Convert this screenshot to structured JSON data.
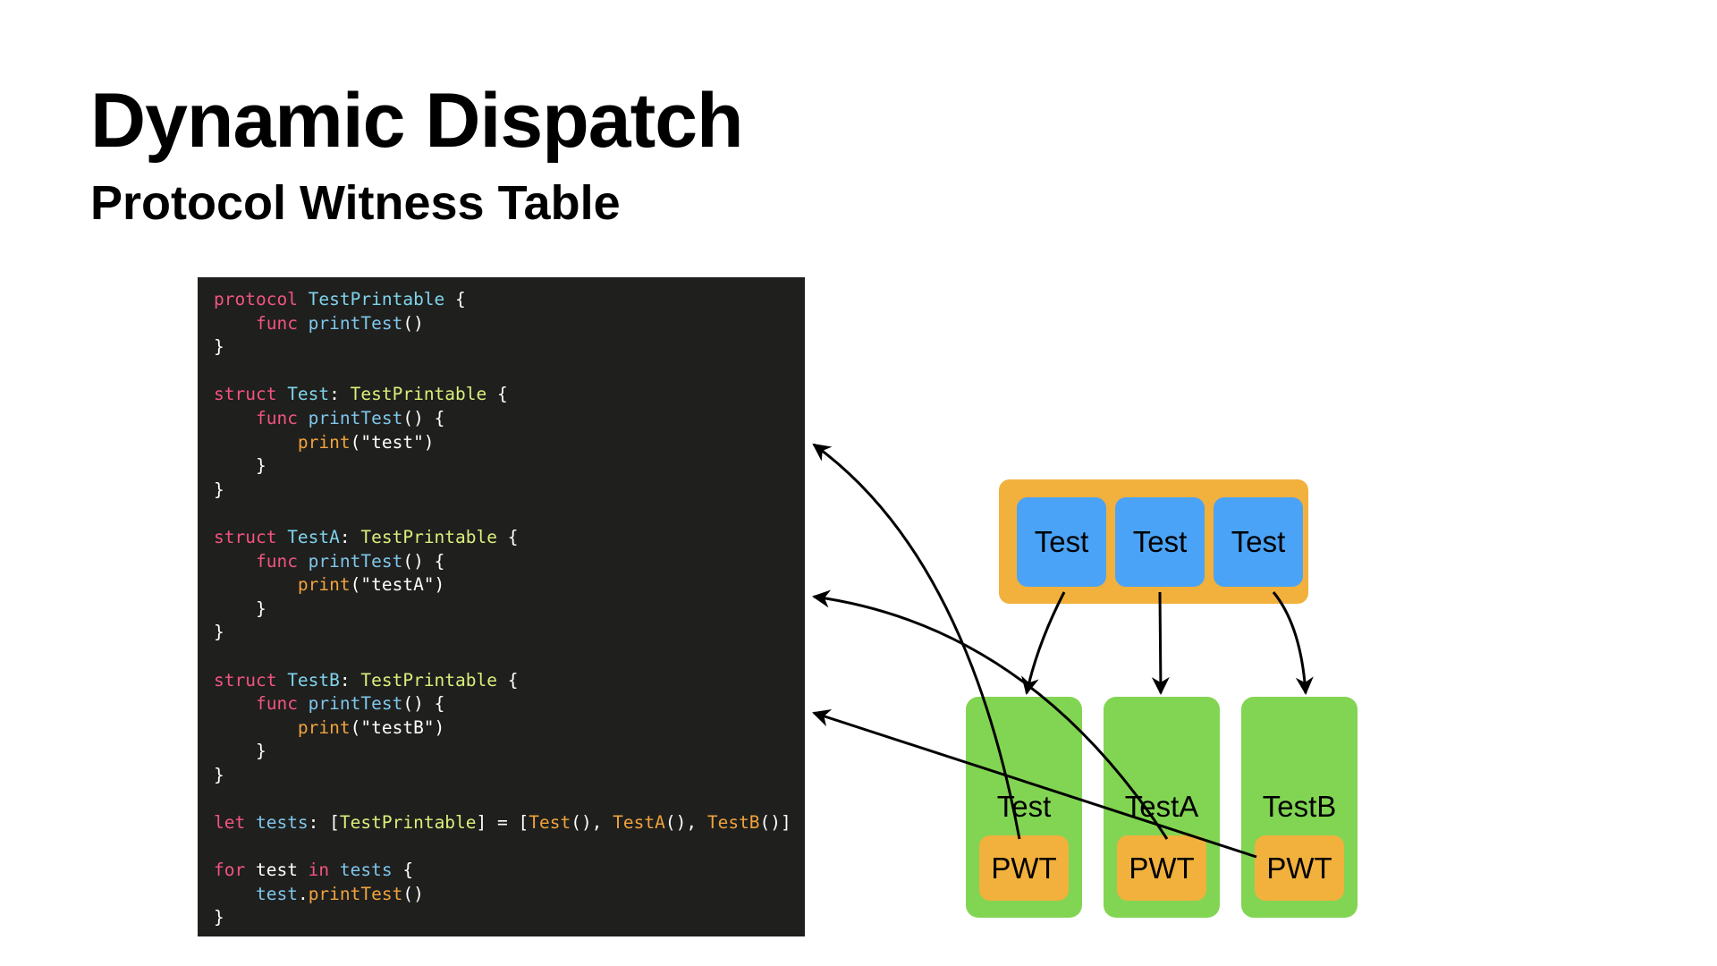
{
  "slide": {
    "title": "Dynamic Dispatch",
    "subtitle": "Protocol Witness Table"
  },
  "code": {
    "lines": [
      [
        {
          "t": "protocol ",
          "c": "kw"
        },
        {
          "t": "TestPrintable",
          "c": "type"
        },
        {
          "t": " {",
          "c": "plain"
        }
      ],
      [
        {
          "t": "    ",
          "c": "plain"
        },
        {
          "t": "func ",
          "c": "kw"
        },
        {
          "t": "printTest",
          "c": "fn"
        },
        {
          "t": "()",
          "c": "plain"
        }
      ],
      [
        {
          "t": "}",
          "c": "plain"
        }
      ],
      [],
      [
        {
          "t": "struct ",
          "c": "kw"
        },
        {
          "t": "Test",
          "c": "type"
        },
        {
          "t": ": ",
          "c": "plain"
        },
        {
          "t": "TestPrintable",
          "c": "proto"
        },
        {
          "t": " {",
          "c": "plain"
        }
      ],
      [
        {
          "t": "    ",
          "c": "plain"
        },
        {
          "t": "func ",
          "c": "kw"
        },
        {
          "t": "printTest",
          "c": "fn"
        },
        {
          "t": "() {",
          "c": "plain"
        }
      ],
      [
        {
          "t": "        ",
          "c": "plain"
        },
        {
          "t": "print",
          "c": "call"
        },
        {
          "t": "(\"test\")",
          "c": "str"
        }
      ],
      [
        {
          "t": "    }",
          "c": "plain"
        }
      ],
      [
        {
          "t": "}",
          "c": "plain"
        }
      ],
      [],
      [
        {
          "t": "struct ",
          "c": "kw"
        },
        {
          "t": "TestA",
          "c": "type"
        },
        {
          "t": ": ",
          "c": "plain"
        },
        {
          "t": "TestPrintable",
          "c": "proto"
        },
        {
          "t": " {",
          "c": "plain"
        }
      ],
      [
        {
          "t": "    ",
          "c": "plain"
        },
        {
          "t": "func ",
          "c": "kw"
        },
        {
          "t": "printTest",
          "c": "fn"
        },
        {
          "t": "() {",
          "c": "plain"
        }
      ],
      [
        {
          "t": "        ",
          "c": "plain"
        },
        {
          "t": "print",
          "c": "call"
        },
        {
          "t": "(\"testA\")",
          "c": "str"
        }
      ],
      [
        {
          "t": "    }",
          "c": "plain"
        }
      ],
      [
        {
          "t": "}",
          "c": "plain"
        }
      ],
      [],
      [
        {
          "t": "struct ",
          "c": "kw"
        },
        {
          "t": "TestB",
          "c": "type"
        },
        {
          "t": ": ",
          "c": "plain"
        },
        {
          "t": "TestPrintable",
          "c": "proto"
        },
        {
          "t": " {",
          "c": "plain"
        }
      ],
      [
        {
          "t": "    ",
          "c": "plain"
        },
        {
          "t": "func ",
          "c": "kw"
        },
        {
          "t": "printTest",
          "c": "fn"
        },
        {
          "t": "() {",
          "c": "plain"
        }
      ],
      [
        {
          "t": "        ",
          "c": "plain"
        },
        {
          "t": "print",
          "c": "call"
        },
        {
          "t": "(\"testB\")",
          "c": "str"
        }
      ],
      [
        {
          "t": "    }",
          "c": "plain"
        }
      ],
      [
        {
          "t": "}",
          "c": "plain"
        }
      ],
      [],
      [
        {
          "t": "let ",
          "c": "kw"
        },
        {
          "t": "tests",
          "c": "fn"
        },
        {
          "t": ": [",
          "c": "plain"
        },
        {
          "t": "TestPrintable",
          "c": "proto"
        },
        {
          "t": "] = [",
          "c": "plain"
        },
        {
          "t": "Test",
          "c": "call"
        },
        {
          "t": "(), ",
          "c": "plain"
        },
        {
          "t": "TestA",
          "c": "call"
        },
        {
          "t": "(), ",
          "c": "plain"
        },
        {
          "t": "TestB",
          "c": "call"
        },
        {
          "t": "()]",
          "c": "plain"
        }
      ],
      [],
      [
        {
          "t": "for ",
          "c": "kw"
        },
        {
          "t": "test ",
          "c": "plain"
        },
        {
          "t": "in ",
          "c": "kw"
        },
        {
          "t": "tests",
          "c": "fn"
        },
        {
          "t": " {",
          "c": "plain"
        }
      ],
      [
        {
          "t": "    ",
          "c": "plain"
        },
        {
          "t": "test",
          "c": "fn"
        },
        {
          "t": ".",
          "c": "plain"
        },
        {
          "t": "printTest",
          "c": "call"
        },
        {
          "t": "()",
          "c": "plain"
        }
      ],
      [
        {
          "t": "}",
          "c": "plain"
        }
      ]
    ]
  },
  "diagram": {
    "array_cells": [
      "Test",
      "Test",
      "Test"
    ],
    "structs": [
      {
        "label": "Test",
        "pwt": "PWT"
      },
      {
        "label": "TestA",
        "pwt": "PWT"
      },
      {
        "label": "TestB",
        "pwt": "PWT"
      }
    ]
  },
  "colors": {
    "code_background": "#1f1f1e",
    "keyword": "#f2547f",
    "type": "#7fd4ea",
    "protocol": "#d9ef7a",
    "function": "#7fc6ea",
    "call": "#f0a33c",
    "array_container": "#f1b13c",
    "array_cell": "#4aa3f6",
    "struct_box": "#82d553",
    "pwt_box": "#f1b13c",
    "arrow": "#000000"
  }
}
